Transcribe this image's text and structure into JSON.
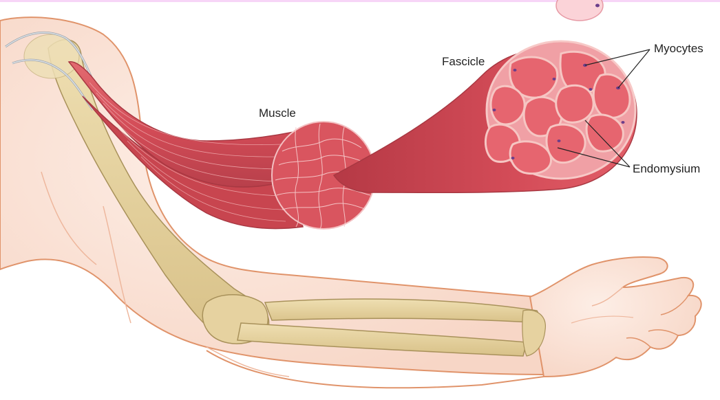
{
  "labels": {
    "muscle": "Muscle",
    "fascicle": "Fascicle",
    "myocytes": "Myocytes",
    "endomysium": "Endomysium"
  },
  "colors": {
    "skin": "#fbe3d8",
    "skin_outline": "#e0936a",
    "bone": "#e6d3a1",
    "bone_outline": "#a8915a",
    "muscle": "#d9555f",
    "muscle_dark": "#b23a45",
    "cell": "#e8707a",
    "cell_border": "#f6c6c3",
    "nucleus": "#6b3d8a",
    "top_bar": "#f7d5f7"
  }
}
